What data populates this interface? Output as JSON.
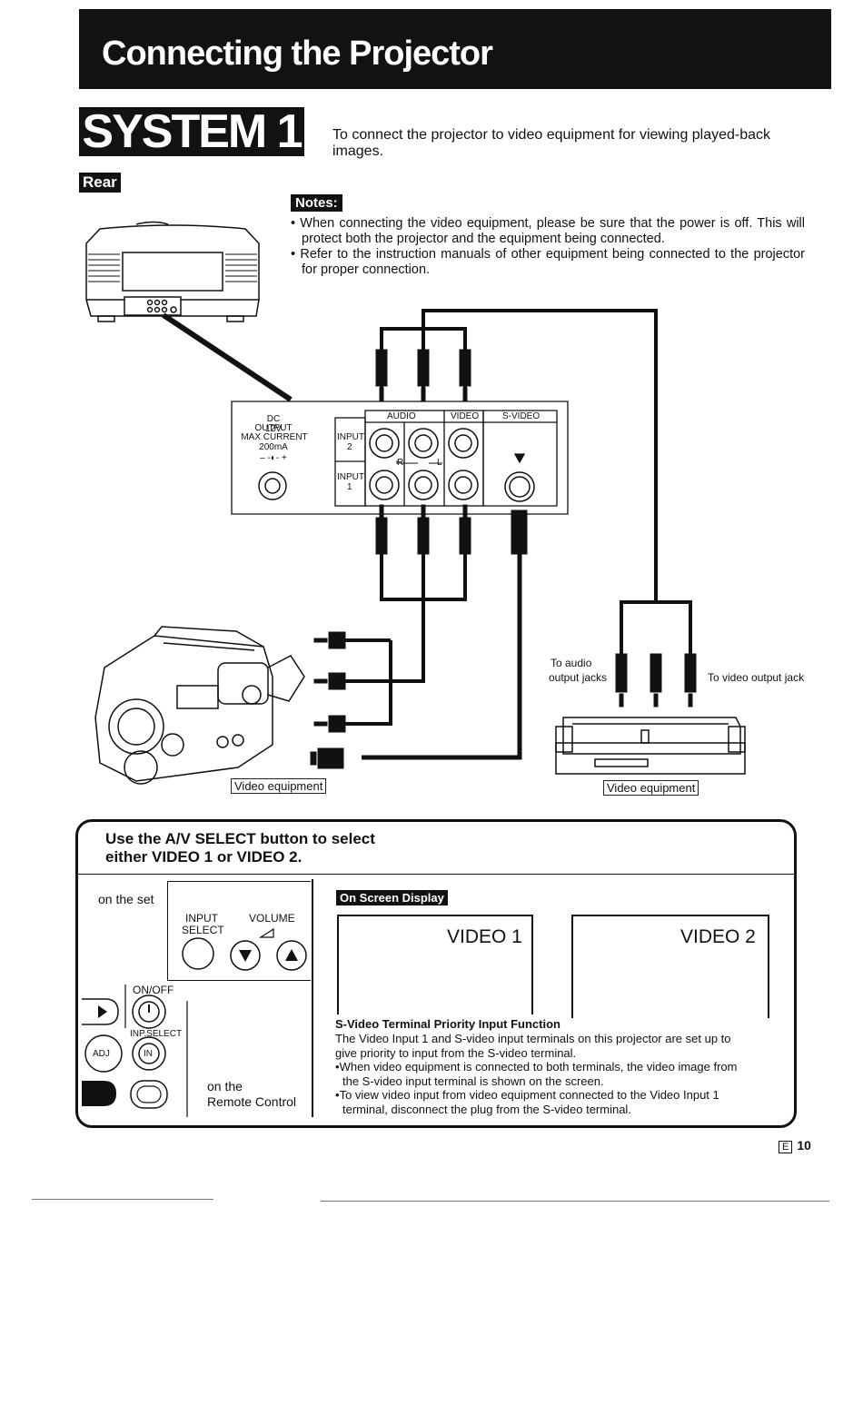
{
  "header": {
    "title": "Connecting the Projector"
  },
  "system": {
    "label": "SYSTEM 1",
    "description": "To connect the projector to video equipment for viewing played-back images."
  },
  "rear_label": "Rear",
  "notes": {
    "heading": "Notes:",
    "items": [
      "When connecting the video equipment, please be sure that the power is off. This will protect both the projector and the equipment being connected.",
      "Refer to the instruction manuals of other equipment being connected to the projector for proper connection."
    ]
  },
  "diagram": {
    "dc_label_1": "DC 12V",
    "dc_label_2": "OUTPUT",
    "dc_label_3": "MAX CURRENT",
    "dc_label_4": "200mA",
    "dc_polarity": "– -◐- +",
    "header_audio": "AUDIO",
    "header_video": "VIDEO",
    "header_svideo": "S-VIDEO",
    "input2": "INPUT\n2",
    "input2_a": "INPUT",
    "input2_b": "2",
    "input1_a": "INPUT",
    "input1_b": "1",
    "r_label": "R",
    "l_label": "L",
    "audio_jacks_a": "To audio",
    "audio_jacks_b": "output jacks",
    "video_jack": "To video output jack",
    "camcorder_caption": "Video equipment",
    "vcr_caption": "Video equipment"
  },
  "panel": {
    "title_line1": "Use the A/V SELECT button to select",
    "title_line2": "either VIDEO 1 or VIDEO 2.",
    "on_set": "on the set",
    "input_select_a": "INPUT",
    "input_select_b": "SELECT",
    "volume": "VOLUME",
    "on_off": "ON/OFF",
    "inp_select": "INP.SELECT",
    "adj": "ADJ",
    "in_label": "IN",
    "remote_a": "on the",
    "remote_b": "Remote Control",
    "osd_heading": "On Screen Display",
    "video1": "VIDEO 1",
    "video2": "VIDEO 2",
    "svideo_title": "S-Video Terminal Priority Input Function",
    "svideo_intro": "The Video Input 1 and S-video input terminals on this projector are set up to give priority to input from the S-video terminal.",
    "svideo_bullets": [
      "When video equipment is connected to both terminals, the video image from the S-video input terminal is shown on the screen.",
      "To view video input from video equipment connected to the Video Input 1 terminal, disconnect the plug from the S-video terminal."
    ]
  },
  "footer": {
    "lang": "E",
    "page": "10"
  },
  "colors": {
    "ink": "#121212",
    "paper": "#ffffff"
  }
}
